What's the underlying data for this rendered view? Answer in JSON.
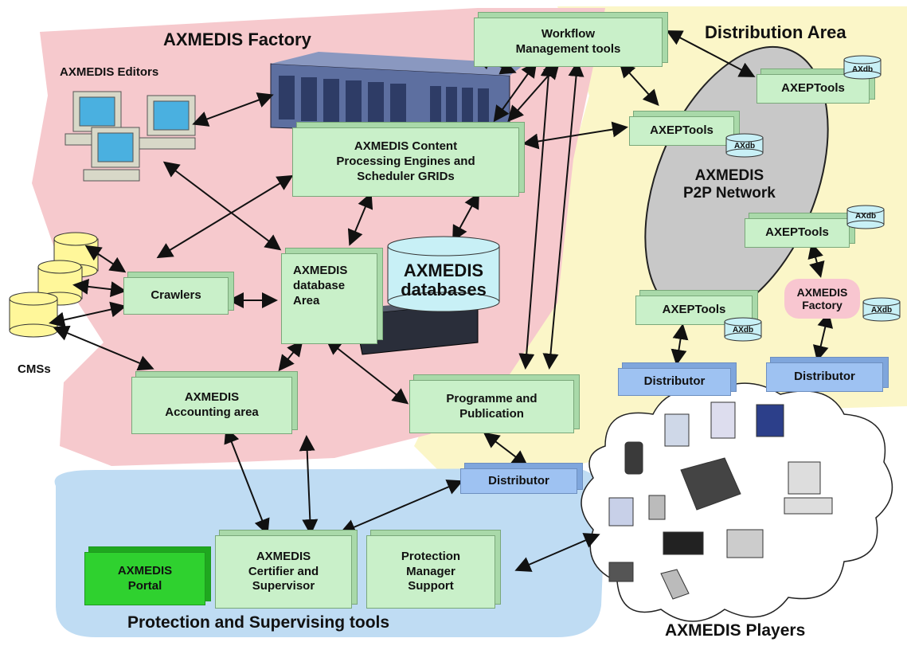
{
  "areas": {
    "factory": "AXMEDIS Factory",
    "distribution": "Distribution Area",
    "protection": "Protection and Supervising tools",
    "players": "AXMEDIS Players",
    "p2p": "AXMEDIS\nP2P Network",
    "editors": "AXMEDIS Editors",
    "cms": "CMSs"
  },
  "boxes": {
    "workflow": "Workflow\nManagement tools",
    "content_engines": "AXMEDIS Content\nProcessing Engines and\nScheduler GRIDs",
    "crawlers": "Crawlers",
    "database_area": "AXMEDIS\ndatabase\nArea",
    "databases": "AXMEDIS\ndatabases",
    "accounting": "AXMEDIS\nAccounting area",
    "programme": "Programme and\nPublication",
    "distributor_mid": "Distributor",
    "distributor_left": "Distributor",
    "distributor_right": "Distributor",
    "portal": "AXMEDIS\nPortal",
    "certifier": "AXMEDIS\nCertifier and\nSupervisor",
    "protection_manager": "Protection\nManager\nSupport",
    "axep1": "AXEPTools",
    "axep2": "AXEPTools",
    "axep3": "AXEPTools",
    "axep4": "AXEPTools",
    "factory_small": "AXMEDIS\nFactory",
    "axdb": "AXdb"
  },
  "colors": {
    "factory_bg": "#f6c9cd",
    "distribution_bg": "#fbf6c8",
    "protection_bg": "#bfdcf3",
    "box_green": "#c9f0c9",
    "box_blue": "#9ec2f2",
    "portal_green": "#2fd12f",
    "p2p_gray": "#c8c8c8"
  }
}
